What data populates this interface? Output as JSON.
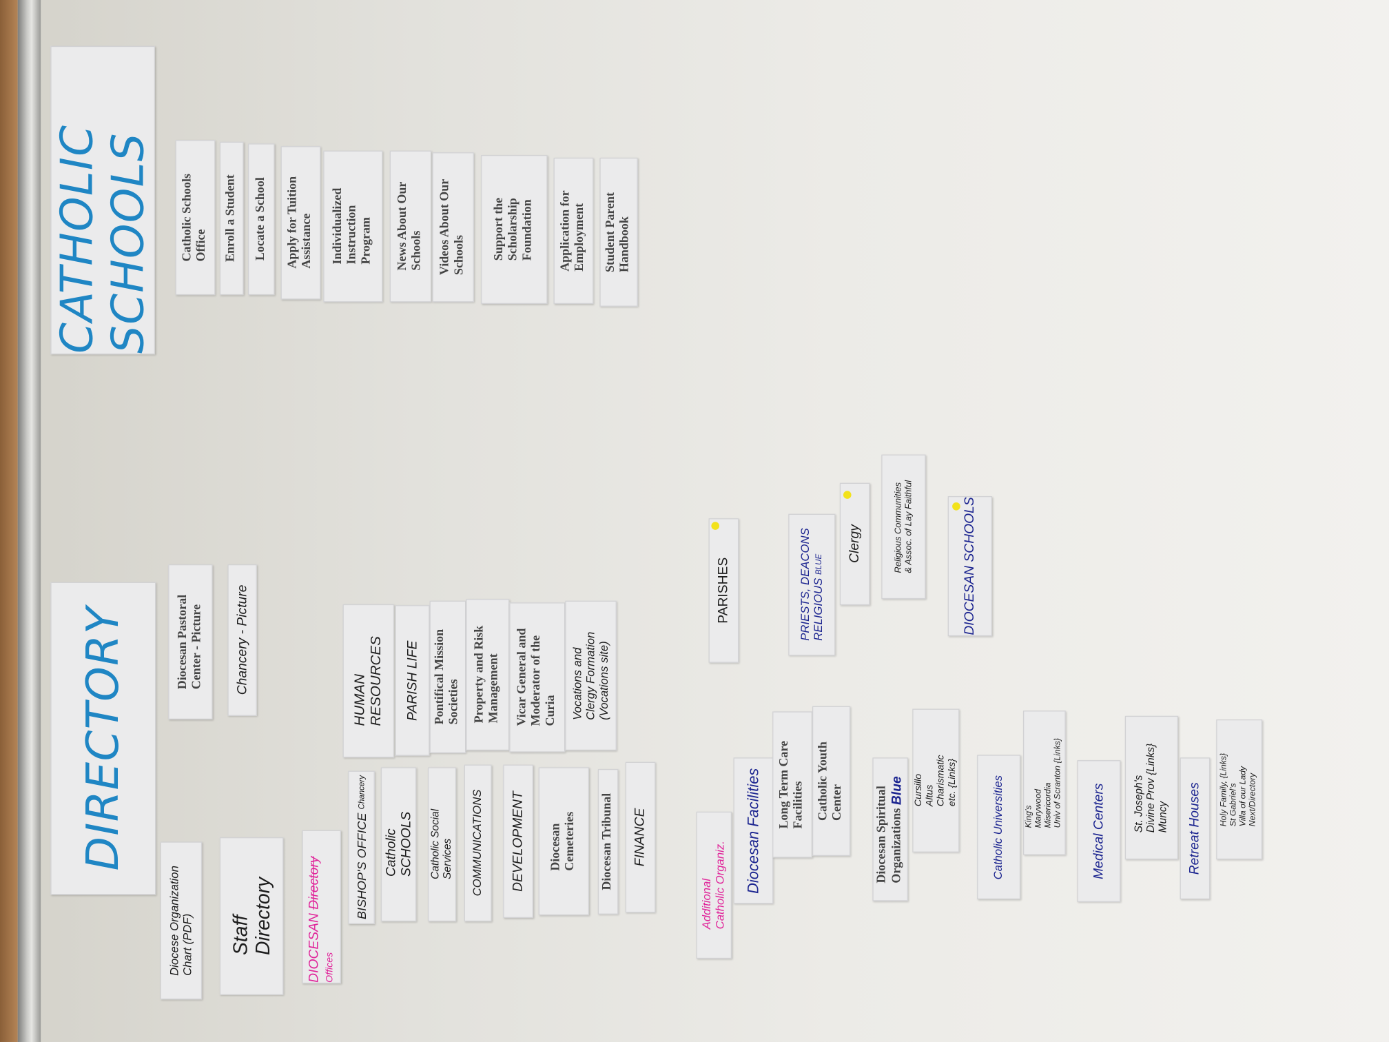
{
  "headers": {
    "directory": "DIRECTORY",
    "catholic_schools": "CATHOLIC SCHOOLS"
  },
  "catholic_schools_items": [
    "Catholic Schools\nOffice",
    "Enroll a Student",
    "Locate a School",
    "Apply for Tuition\nAssistance",
    "Individualized\nInstruction\nProgram",
    "News About Our\nSchools",
    "Videos About Our\nSchools",
    "Support the\nScholarship\nFoundation",
    "Application for\nEmployment",
    "Student Parent\nHandbook"
  ],
  "directory_top": {
    "pastoral_center": "Diocesan Pastoral\nCenter - Picture",
    "chancery": "Chancery - Picture",
    "org_chart": "Diocese Organization\nChart (PDF)",
    "staff_directory": "Staff\nDirectory",
    "diocesan_offices": "DIOCESAN",
    "diocesan_offices_struck": "Directory",
    "diocesan_offices_new": "Offices"
  },
  "offices_left": [
    "BISHOP'S OFFICE",
    "Catholic\nSCHOOLS",
    "Catholic Social\nServices",
    "COMMUNICATIONS",
    "DEVELOPMENT",
    "Diocesan\nCemeteries",
    "Diocesan Tribunal",
    "FINANCE"
  ],
  "bishops_office_note": "Chancery",
  "offices_right": [
    "HUMAN\nRESOURCES",
    "PARISH LIFE",
    "Pontifical Mission\nSocieties",
    "Property and Risk\nManagement",
    "Vicar General and\nModerator of the\nCuria",
    "Vocations and\nClergy Formation\n(Vocations site)"
  ],
  "parishes_group": {
    "parishes": "PARISHES",
    "priests": "PRIESTS, DEACONS\nRELIGIOUS",
    "priests_note": "BLUE",
    "clergy": "Clergy",
    "religious_communities": "Religious Communities\n& Assoc. of Lay Faithful",
    "diocesan_schools": "DIOCESAN SCHOOLS"
  },
  "additional": {
    "additional_orgs": "Additional\nCatholic Organiz.",
    "diocesan_facilities": "Diocesan Facilities",
    "long_term_care": "Long Term Care\nFacilities",
    "youth_center": "Catholic Youth\nCenter",
    "spiritual_orgs": "Diocesan Spiritual\nOrganizations",
    "spiritual_note": "Blue",
    "cursillo": "Cursillo\nAltus\nCharismatic\netc.   {Links}",
    "universities": "Catholic Universities",
    "universities_list": "King's\nMarywood\nMisericordia\nUniv of Scranton  {Links}",
    "medical_centers": "Medical Centers",
    "medical_list": "St. Joseph's\nDivine Prov  {Links}\nMuncy",
    "retreat_houses": "Retreat Houses",
    "retreat_list": "Holy Family,  {Links}\nSt Gabriel's\nVilla of our Lady\nNext/Directory"
  }
}
